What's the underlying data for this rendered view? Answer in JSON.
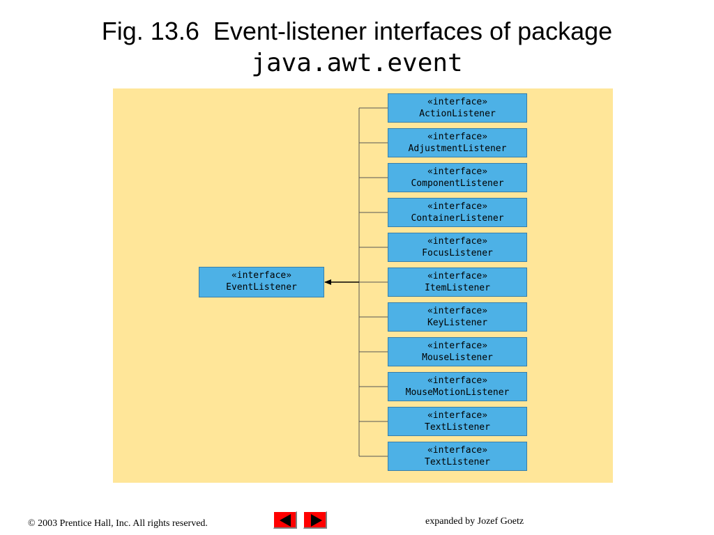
{
  "title": {
    "line1": "Fig. 13.6  Event-listener interfaces of package",
    "line2": "java.awt.event"
  },
  "diagram": {
    "root": {
      "stereotype": "«interface»",
      "name": "EventListener"
    },
    "children": [
      {
        "stereotype": "«interface»",
        "name": "ActionListener"
      },
      {
        "stereotype": "«interface»",
        "name": "AdjustmentListener"
      },
      {
        "stereotype": "«interface»",
        "name": "ComponentListener"
      },
      {
        "stereotype": "«interface»",
        "name": "ContainerListener"
      },
      {
        "stereotype": "«interface»",
        "name": "FocusListener"
      },
      {
        "stereotype": "«interface»",
        "name": "ItemListener"
      },
      {
        "stereotype": "«interface»",
        "name": "KeyListener"
      },
      {
        "stereotype": "«interface»",
        "name": "MouseListener"
      },
      {
        "stereotype": "«interface»",
        "name": "MouseMotionListener"
      },
      {
        "stereotype": "«interface»",
        "name": "TextListener"
      },
      {
        "stereotype": "«interface»",
        "name": "TextListener"
      }
    ]
  },
  "footer": {
    "copyright": "© 2003 Prentice Hall, Inc.  All rights reserved.",
    "credit": "expanded by Jozef Goetz"
  },
  "nav": {
    "prev_icon": "left-triangle-icon",
    "next_icon": "right-triangle-icon",
    "color": "#ff0000"
  },
  "colors": {
    "panel": "#ffe699",
    "node": "#4db1e6"
  }
}
